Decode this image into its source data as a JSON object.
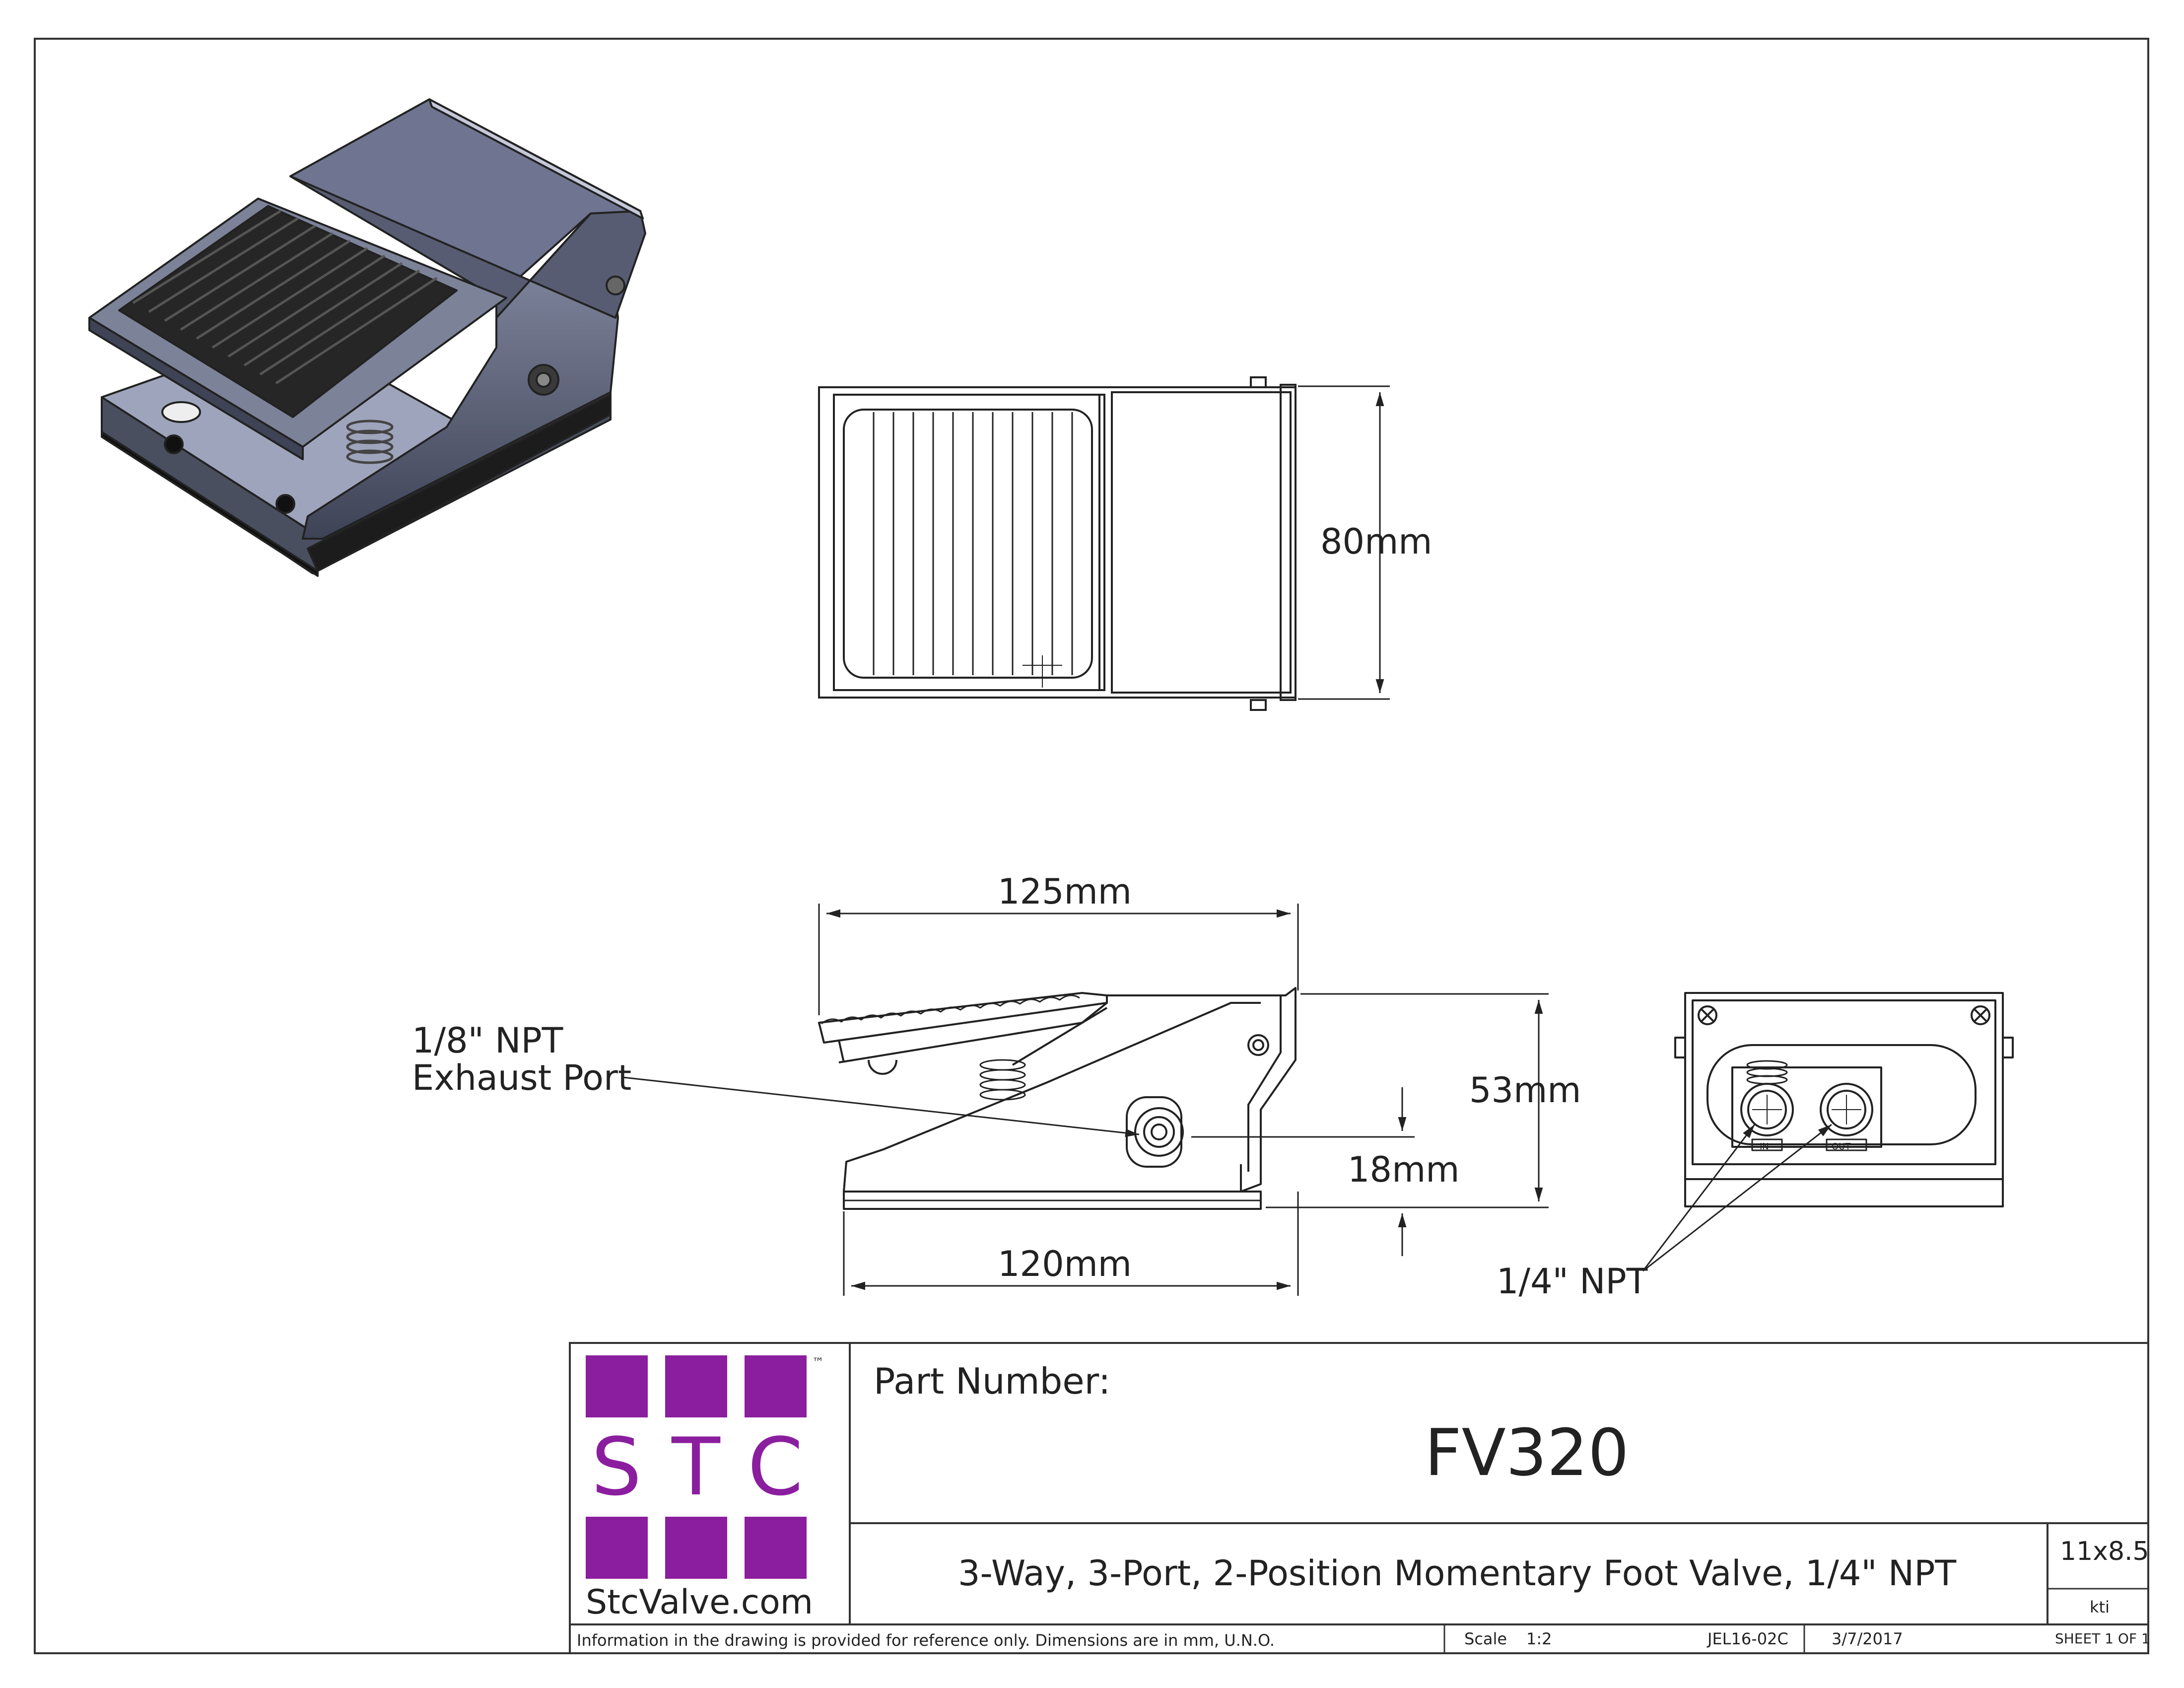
{
  "views": {
    "top_width_label": "80mm",
    "side": {
      "length_top_label": "125mm",
      "length_bottom_label": "120mm",
      "height_label": "53mm",
      "port_height_label": "18mm",
      "exhaust_label_line1": "1/8\" NPT",
      "exhaust_label_line2": "Exhaust Port"
    },
    "end": {
      "port_label": "1/4\" NPT",
      "in_tag": "IN",
      "out_tag": "OUT"
    }
  },
  "logo": {
    "letters": [
      "S",
      "T",
      "C"
    ],
    "trademark": "™",
    "website": "StcValve.com",
    "color": "#8b1e9e"
  },
  "title_block": {
    "part_number_label": "Part Number:",
    "part_number": "FV320",
    "description": "3-Way, 3-Port, 2-Position Momentary Foot Valve, 1/4\" NPT",
    "sheet_size": "11x8.5",
    "drawn_by": "kti",
    "disclaimer": "Information in the drawing is provided for reference only. Dimensions are in mm, U.N.O.",
    "scale_label": "Scale",
    "scale_value": "1:2",
    "drawing_number": "JEL16-02C",
    "date": "3/7/2017",
    "sheet": "SHEET 1 OF 1"
  }
}
